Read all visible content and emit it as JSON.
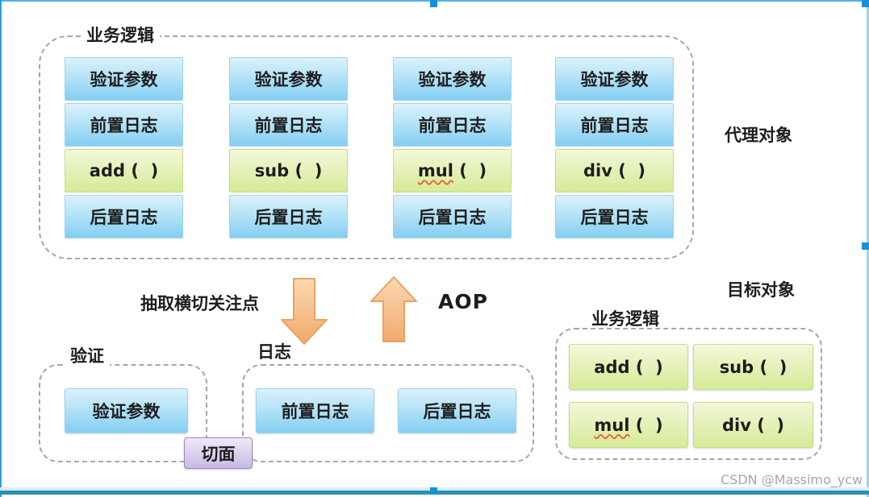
{
  "colors": {
    "frame_accent": "#2d9fd9",
    "bottom_bar": "#2e8fb4",
    "blue_box_top": "#dcf2fc",
    "blue_box_bottom": "#84cef2",
    "green_box_top": "#f3f8d9",
    "green_box_bottom": "#d6eb96",
    "arrow_fill_top": "#fbd9b2",
    "arrow_fill_bottom": "#f0a869",
    "aspect_box": "#c9b9e4",
    "dashed_border": "#a6a6a6"
  },
  "proxy_section": {
    "container_label": "业务逻辑",
    "side_label": "代理对象",
    "stacks": [
      {
        "pre": "验证参数",
        "before": "前置日志",
        "method_word": "add",
        "method_rest": " (  )",
        "after": "后置日志"
      },
      {
        "pre": "验证参数",
        "before": "前置日志",
        "method_word": "sub",
        "method_rest": " (  )",
        "after": "后置日志"
      },
      {
        "pre": "验证参数",
        "before": "前置日志",
        "method_word": "mul",
        "method_rest": " (  )",
        "after": "后置日志"
      },
      {
        "pre": "验证参数",
        "before": "前置日志",
        "method_word": "div",
        "method_rest": " (  )",
        "after": "后置日志"
      }
    ]
  },
  "middle": {
    "extract_label": "抽取横切关注点",
    "aop_label": "AOP"
  },
  "aspect_section": {
    "validation_label": "验证",
    "validation_box": "验证参数",
    "log_label": "日志",
    "log_boxes": [
      "前置日志",
      "后置日志"
    ],
    "aspect_badge": "切面"
  },
  "target_section": {
    "side_label": "目标对象",
    "container_label": "业务逻辑",
    "methods": [
      {
        "word": "add",
        "rest": " (  )"
      },
      {
        "word": "sub",
        "rest": " (  )"
      },
      {
        "word": "mul",
        "rest": " (  )"
      },
      {
        "word": "div",
        "rest": " (  )"
      }
    ]
  },
  "watermark": "CSDN @Massimo_ycw"
}
